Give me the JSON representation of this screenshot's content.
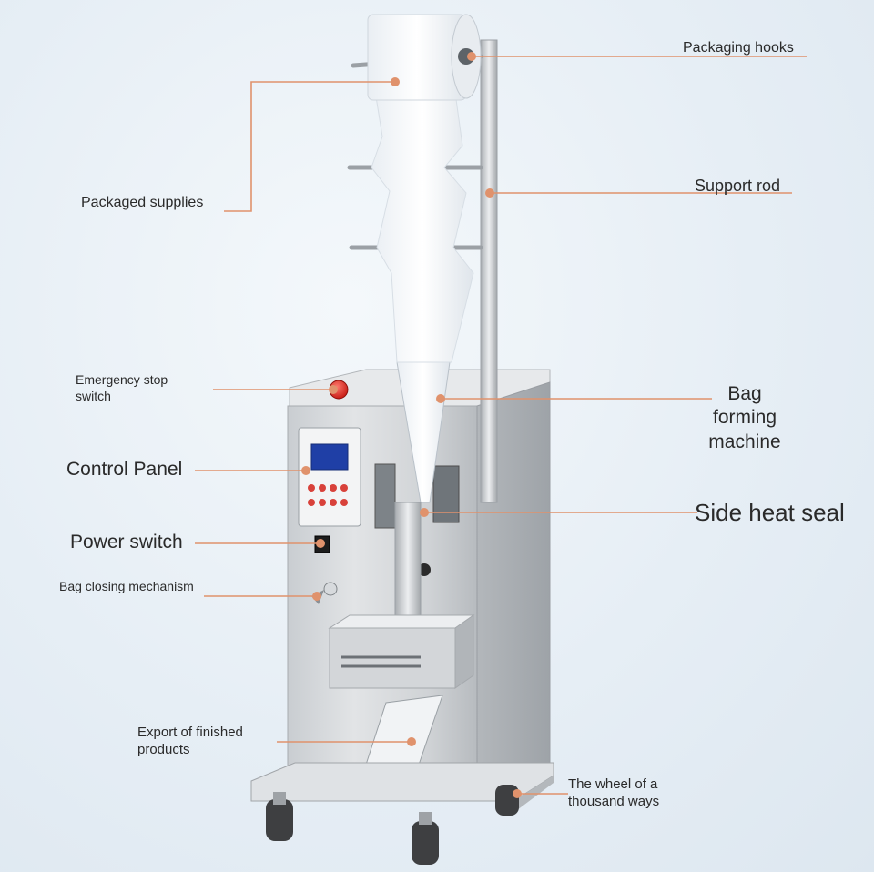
{
  "labels": {
    "packaging_hooks": "Packaging hooks",
    "support_rod": "Support rod",
    "packaged_supplies": "Packaged supplies",
    "emergency_stop": "Emergency stop",
    "emergency_switch": "switch",
    "bag_forming_1": "Bag",
    "bag_forming_2": "forming",
    "bag_forming_3": "machine",
    "control_panel": "Control Panel",
    "side_heat_seal": "Side heat seal",
    "power_switch": "Power switch",
    "bag_closing": "Bag closing mechanism",
    "export_1": "Export of finished",
    "export_2": "products",
    "wheel_1": "The wheel of a",
    "wheel_2": "thousand ways"
  },
  "colors": {
    "leader": "#e0926c",
    "steel_light": "#d9dcdf",
    "steel_mid": "#b9bdc2",
    "steel_dark": "#8d9297",
    "estop": "#e02a22"
  }
}
